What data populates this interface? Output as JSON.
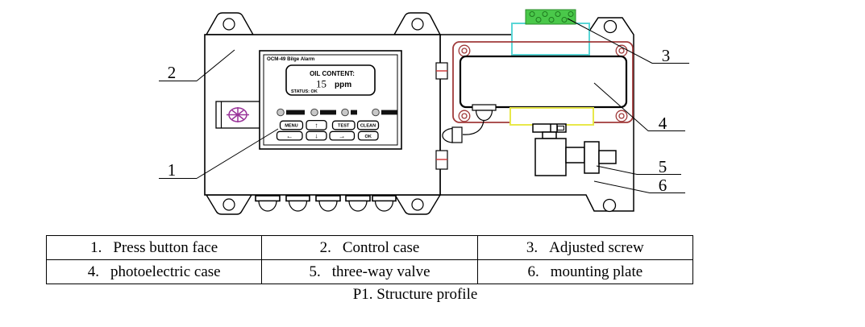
{
  "figure": {
    "caption": "P1. Structure profile"
  },
  "device": {
    "panel_title": "OCM-49 Bilge Alarm",
    "display": {
      "content_label": "OIL CONTENT:",
      "value": "15",
      "unit": "ppm",
      "status": "STATUS: OK"
    },
    "buttons": {
      "menu": "MENU",
      "up": "↑",
      "test": "TEST",
      "clean": "CLEAN",
      "left": "←",
      "down": "↓",
      "right": "→",
      "ok": "OK"
    }
  },
  "callouts": [
    "1",
    "2",
    "3",
    "4",
    "5",
    "6"
  ],
  "parts": [
    {
      "num": "1.",
      "name": "Press button face"
    },
    {
      "num": "2.",
      "name": "Control case"
    },
    {
      "num": "3.",
      "name": "Adjusted screw"
    },
    {
      "num": "4.",
      "name": "photoelectric case"
    },
    {
      "num": "5.",
      "name": "three-way valve"
    },
    {
      "num": "6.",
      "name": "mounting plate"
    }
  ],
  "colors": {
    "terminal_green": "#4ac84a",
    "terminal_green_dark": "#1f7a1f",
    "sensor_cyan": "#5ad6d6",
    "frame_maroon": "#a03a3a",
    "tube_yellow": "#e8e84a",
    "valve_purple": "#993399",
    "hinge_red": "#cc3333"
  }
}
